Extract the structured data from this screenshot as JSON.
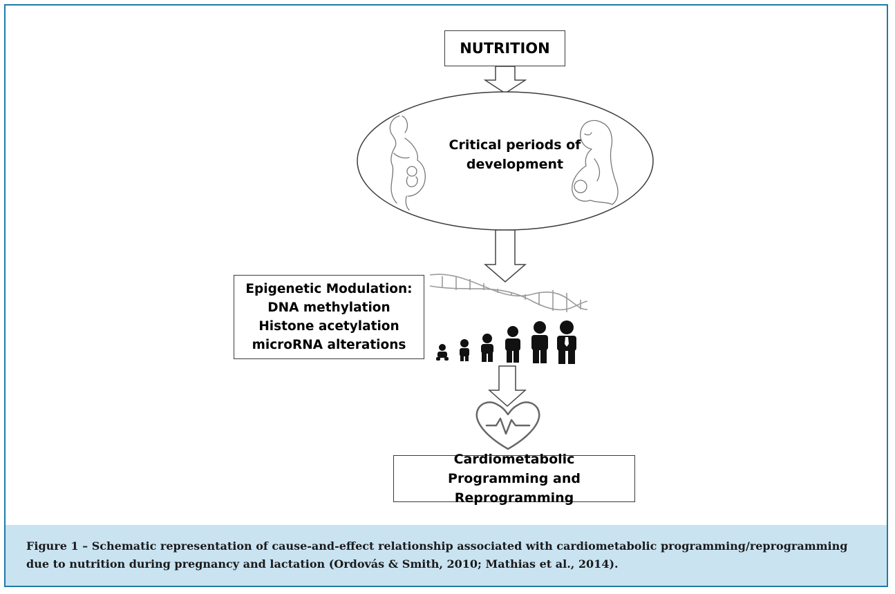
{
  "diagram": {
    "nutrition_label": "NUTRITION",
    "ellipse_line1": "Critical periods",
    "ellipse_line2": "of",
    "ellipse_line3": "development",
    "epigenetic": {
      "title": "Epigenetic Modulation:",
      "items": [
        "DNA methylation",
        "Histone acetylation",
        "microRNA alterations"
      ]
    },
    "outcome_line1": "Cardiometabolic",
    "outcome_line2": "Programming and Reprogramming",
    "icons": [
      "pregnant-woman-icon",
      "breastfeeding-mother-icon",
      "dna-helix-icon",
      "human-growth-stages-icon",
      "heart-pulse-icon"
    ]
  },
  "caption": "Figure 1 – Schematic representation of cause-and-effect relationship associated with cardiometabolic programming/reprogramming due to nutrition during pregnancy and lactation (Ordovás & Smith, 2010; Mathias et al., 2014).",
  "colors": {
    "frame": "#1f7aa8",
    "caption_bg": "#c9e3f1"
  }
}
